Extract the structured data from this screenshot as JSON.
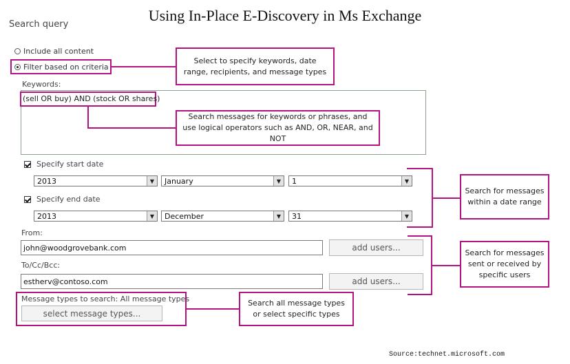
{
  "title": "Using In-Place E-Discovery in Ms Exchange",
  "section_title": "Search query",
  "options": {
    "include_all": "Include all content",
    "filter": "Filter based on criteria",
    "selected": "filter"
  },
  "keywords": {
    "label": "Keywords:",
    "value": "(sell OR buy) AND (stock OR shares)"
  },
  "start_date": {
    "label": "Specify start date",
    "checked": true,
    "year": "2013",
    "month": "January",
    "day": "1"
  },
  "end_date": {
    "label": "Specify end date",
    "checked": true,
    "year": "2013",
    "month": "December",
    "day": "31"
  },
  "from": {
    "label": "From:",
    "value": "john@woodgrovebank.com",
    "button": "add users..."
  },
  "to": {
    "label": "To/Cc/Bcc:",
    "value": "estherv@contoso.com",
    "button": "add users..."
  },
  "message_types": {
    "label": "Message types to search:  All message types",
    "button": "select message types..."
  },
  "callouts": {
    "filter": "Select to specify keywords, date range, recipients, and message types",
    "keywords": "Search messages for keywords or phrases, and use logical operators such as AND, OR, NEAR, and NOT",
    "dates": "Search for messages within a date range",
    "users": "Search for messages sent or received by specific users",
    "types": "Search all message types or select specific types"
  },
  "source": "Source:technet.microsoft.com",
  "colors": {
    "callout_border": "#b3127f"
  }
}
